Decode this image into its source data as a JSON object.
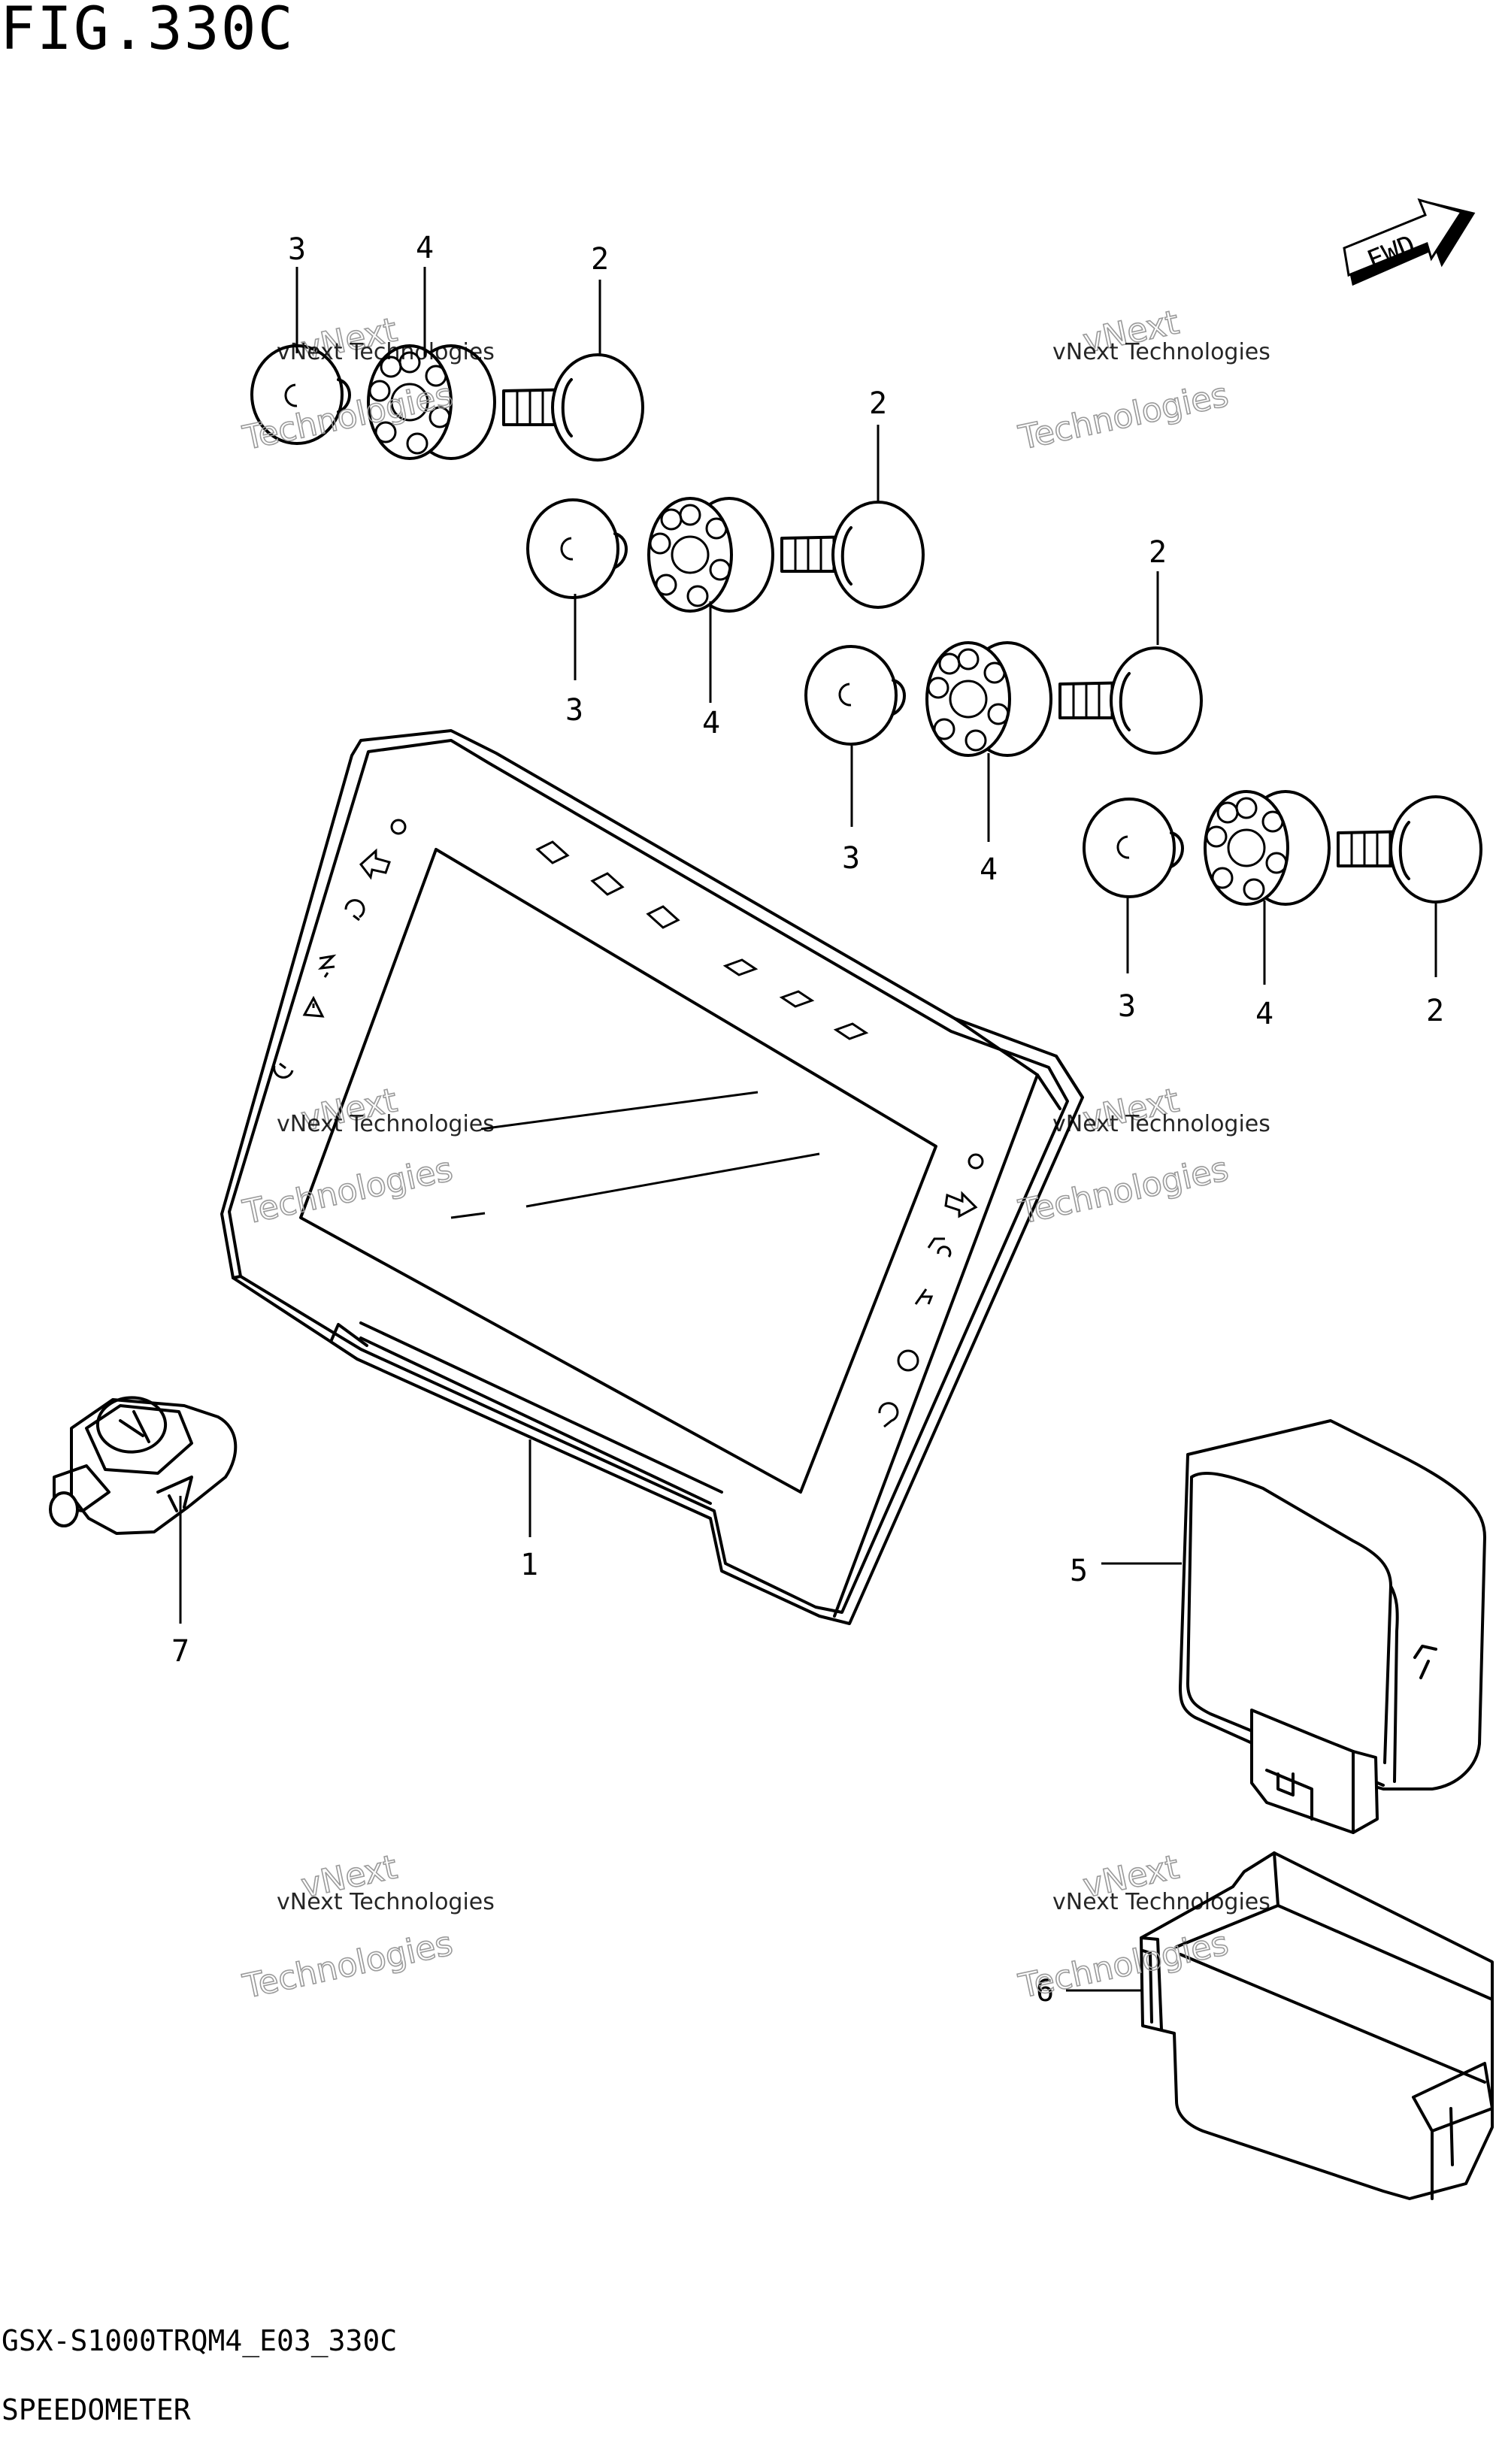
{
  "figure": {
    "title": "FIG.330C"
  },
  "footer": {
    "model_code": "GSX-S1000TRQM4_E03_330C",
    "section_name": "SPEEDOMETER"
  },
  "direction_badge": {
    "label": "FWD"
  },
  "watermark": {
    "line1": "vNext Technologies",
    "line0": "vNext",
    "line2": "Technologies"
  },
  "callouts": {
    "c1": "1",
    "c2a": "2",
    "c2b": "2",
    "c2c": "2",
    "c2d": "2",
    "c3a": "3",
    "c3b": "3",
    "c3c": "3",
    "c3d": "3",
    "c4a": "4",
    "c4b": "4",
    "c4c": "4",
    "c4d": "4",
    "c5": "5",
    "c6": "6",
    "c7": "7"
  }
}
